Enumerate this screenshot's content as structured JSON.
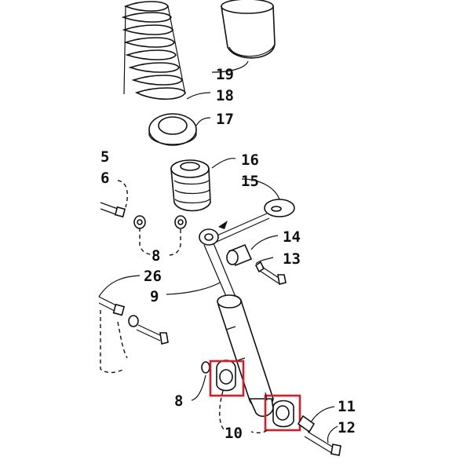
{
  "diagram": {
    "callouts": {
      "c19": "19",
      "c18": "18",
      "c17": "17",
      "c16": "16",
      "c15": "15",
      "c5": "5",
      "c6": "6",
      "c14": "14",
      "c13": "13",
      "c8_top": "8",
      "c26": "26",
      "c9": "9",
      "c8_bottom": "8",
      "c10": "10",
      "c11": "11",
      "c12": "12"
    },
    "highlight_color": "#d0202a",
    "line_color": "#111111"
  }
}
